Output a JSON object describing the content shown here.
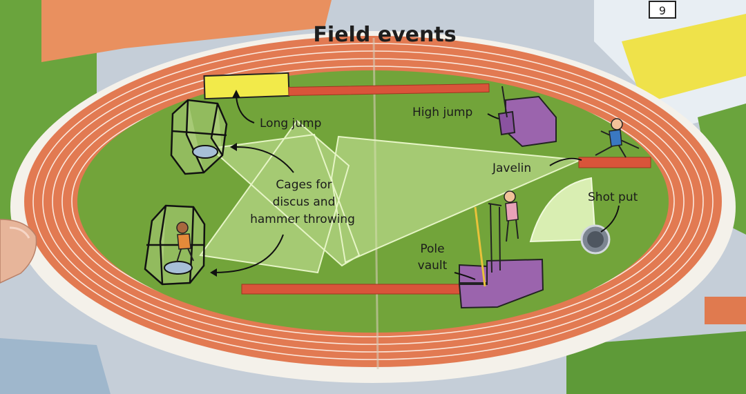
{
  "title": "Field events",
  "labels": {
    "long_jump": "Long jump",
    "high_jump": "High jump",
    "javelin": "Javelin",
    "shot_put": "Shot put",
    "cages_line1": "Cages for",
    "cages_line2": "discus and",
    "cages_line3": "hammer throwing",
    "pole_line1": "Pole",
    "pole_line2": "vault"
  },
  "lane_number": "9",
  "colors": {
    "track": "#e27a52",
    "track_dark": "#c9603c",
    "field": "#72a43a",
    "field_light": "#cfe9a2",
    "mat": "#9b64ad",
    "sand": "#f2ea4a",
    "runway": "#d9543a",
    "background_green": "#6aa43d"
  }
}
